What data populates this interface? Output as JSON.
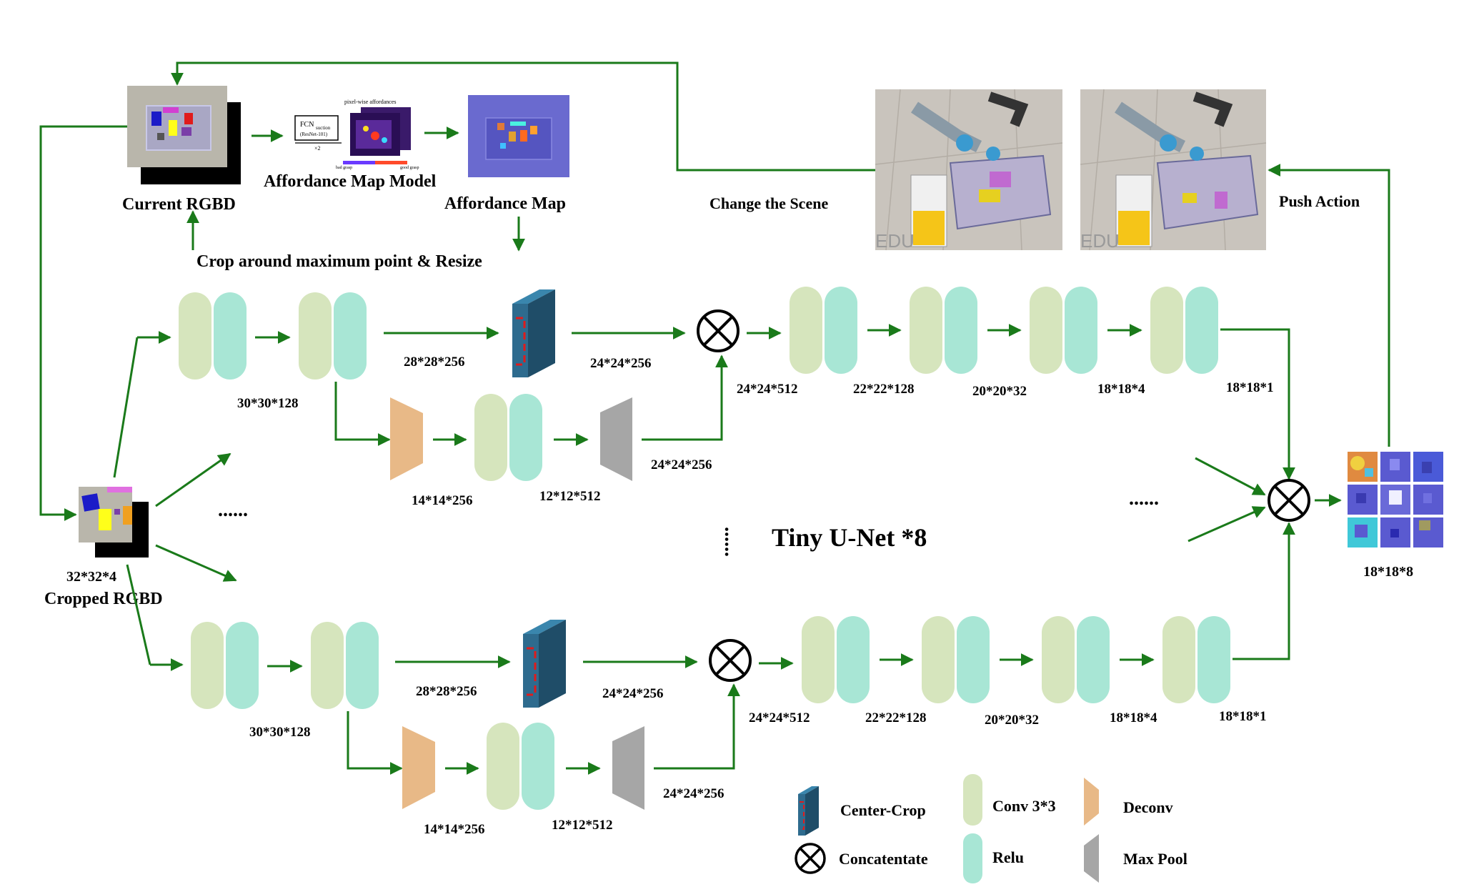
{
  "colors": {
    "arrow": "#1a7a1a",
    "conv": "#d6e5bd",
    "relu": "#a8e6d5",
    "deconv": "#e8b987",
    "maxpool": "#a6a6a6",
    "crop_front": "#2e6b8e",
    "crop_side": "#1f4d68",
    "crop_dash": "#e01b1b"
  },
  "top": {
    "current_rgbd": "Current RGBD",
    "affordance_model": "Affordance Map Model",
    "affordance_map": "Affordance Map",
    "crop_resize": "Crop around maximum point & Resize",
    "change_scene": "Change the Scene",
    "push_action": "Push Action",
    "fcn_title": "pixel-wise affordances",
    "fcn_box_line1": "FCN",
    "fcn_box_sub": "suction",
    "fcn_box_line2": "(ResNet-101)",
    "fcn_mult": "×2",
    "fcn_bad": "bad grasp",
    "fcn_good": "good grasp",
    "sim_watermark": "EDU"
  },
  "input": {
    "dims": "32*32*4",
    "label": "Cropped RGBD",
    "dots": "......"
  },
  "branch_top": {
    "d_30": "30*30*128",
    "d_28": "28*28*256",
    "d_24a": "24*24*256",
    "d_14": "14*14*256",
    "d_12": "12*12*512",
    "d_24b": "24*24*256",
    "d_512": "24*24*512",
    "d_22": "22*22*128",
    "d_20": "20*20*32",
    "d_18_4": "18*18*4",
    "d_18_1": "18*18*1"
  },
  "branch_bottom": {
    "d_30": "30*30*128",
    "d_28": "28*28*256",
    "d_24a": "24*24*256",
    "d_14": "14*14*256",
    "d_12": "12*12*512",
    "d_24b": "24*24*256",
    "d_512": "24*24*512",
    "d_22": "22*22*128",
    "d_20": "20*20*32",
    "d_18_4": "18*18*4",
    "d_18_1": "18*18*1"
  },
  "middle": {
    "title": "Tiny U-Net *8",
    "dots_right": "......"
  },
  "output": {
    "dims": "18*18*8"
  },
  "legend": {
    "center_crop": "Center-Crop",
    "conv": "Conv 3*3",
    "deconv": "Deconv",
    "concat": "Concatentate",
    "relu": "Relu",
    "maxpool": "Max Pool"
  }
}
